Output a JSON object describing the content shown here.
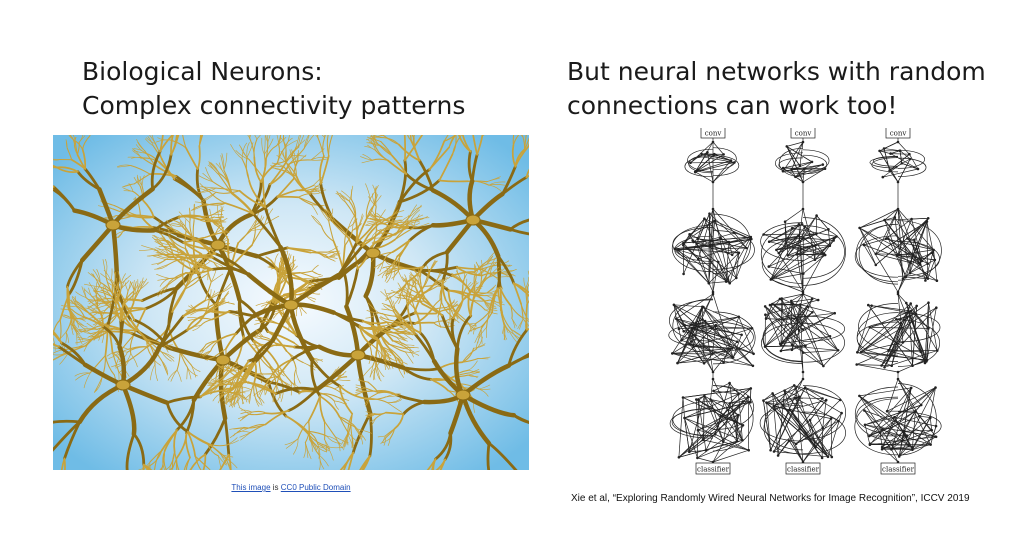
{
  "left": {
    "title_line1": "Biological Neurons:",
    "title_line2": "Complex connectivity patterns",
    "image_credit": {
      "link1": "This image",
      "middle": "is",
      "link2": "CC0 Public Domain"
    }
  },
  "right": {
    "title_line1": "But neural networks with random",
    "title_line2": "connections can work too!",
    "graph_labels": {
      "conv": [
        "conv",
        "conv",
        "conv"
      ],
      "classifier": [
        "classifier",
        "classifier",
        "classifier"
      ]
    },
    "citation": "Xie et al, “Exploring Randomly Wired Neural Networks for Image Recognition”, ICCV 2019"
  },
  "colors": {
    "sky_light": "#eef6fb",
    "sky_blue": "#7cc3e8",
    "neuron_gold": "#c9a33a",
    "neuron_dark": "#8a6a14",
    "link_blue": "#1f4fb8"
  }
}
